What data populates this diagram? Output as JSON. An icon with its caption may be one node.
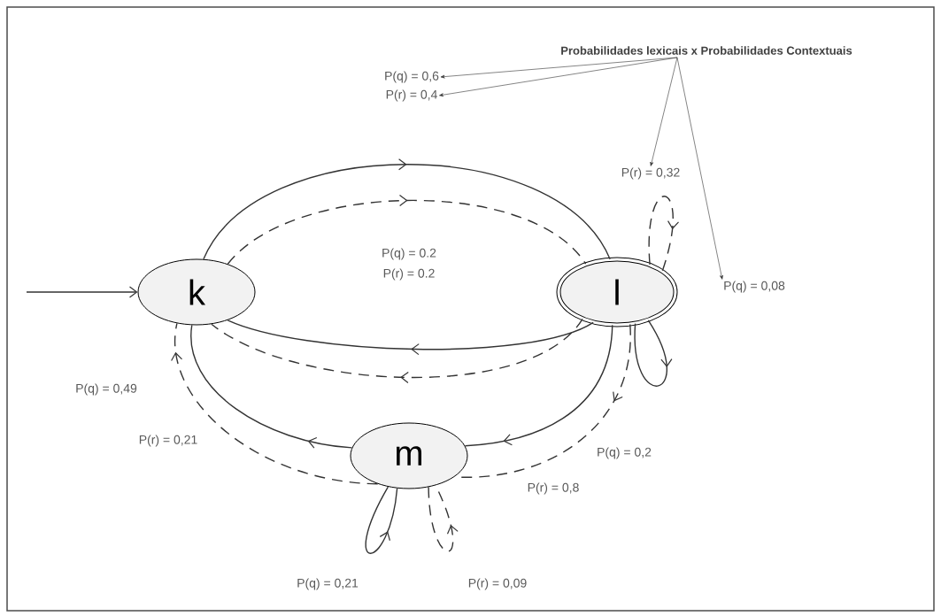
{
  "diagram": {
    "nodes": [
      {
        "text": [
          "k"
        ]
      },
      {
        "text": [
          "l"
        ]
      },
      {
        "text": [
          "m"
        ]
      },
      {
        "text": [
          "Probabilidades lexicais x Probabilidades Contextuais"
        ]
      },
      {
        "text": [
          "P(q) = 0,6"
        ]
      },
      {
        "text": [
          "P(r) = 0,4"
        ]
      },
      {
        "text": [
          "P(r) = 0,32"
        ]
      },
      {
        "text": [
          "P(q) = 0,08"
        ]
      }
    ],
    "edges": [
      {
        "from": null,
        "to": 0,
        "arrow": "to"
      },
      {
        "from": 0,
        "to": 1,
        "arrow": "to"
      },
      {
        "from": 0,
        "to": 1,
        "arrow": "to",
        "style": "dashed"
      },
      {
        "from": 1,
        "to": 0,
        "arrow": "to"
      },
      {
        "from": 1,
        "to": 0,
        "arrow": "to",
        "style": "dashed"
      },
      {
        "from": 1,
        "to": 1,
        "arrow": "to"
      },
      {
        "from": 1,
        "to": 1,
        "arrow": "to",
        "style": "dashed"
      },
      {
        "from": 1,
        "to": 2,
        "arrow": "to"
      },
      {
        "from": 1,
        "to": 2,
        "arrow": "to",
        "style": "dashed"
      },
      {
        "from": 2,
        "to": 0,
        "arrow": "to"
      },
      {
        "from": 2,
        "to": 0,
        "arrow": "to",
        "style": "dashed"
      },
      {
        "from": 2,
        "to": 2,
        "arrow": "to"
      },
      {
        "from": 2,
        "to": 2,
        "arrow": "to",
        "style": "dashed"
      },
      {
        "from": 3,
        "to": 4,
        "arrow": "to"
      },
      {
        "from": 3,
        "to": 5,
        "arrow": "to"
      },
      {
        "from": 3,
        "to": 6,
        "arrow": "to"
      },
      {
        "from": 3,
        "to": 7,
        "arrow": "to"
      }
    ],
    "labels": [
      "P(q) = 0.2",
      "P(r) = 0.2",
      "P(q) = 0,49",
      "P(r) = 0,21",
      "P(q) = 0,2",
      "P(r) = 0,8",
      "P(q) = 0,21",
      "P(r) = 0,09"
    ]
  }
}
